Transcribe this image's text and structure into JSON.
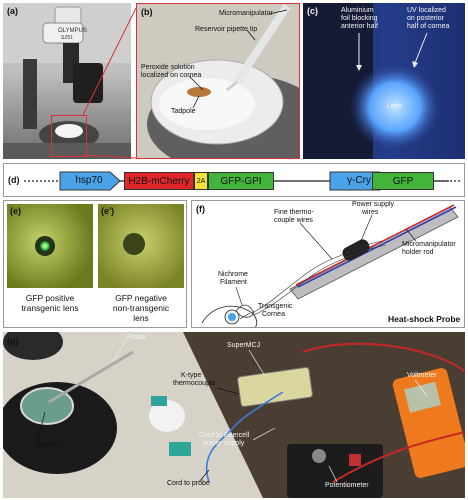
{
  "panel_a": {
    "label": "(a)",
    "scope_brand": "OLYMPUS",
    "scope_model": "SZ61"
  },
  "panel_b": {
    "label": "(b)",
    "micromanipulator": "Micromanipulator",
    "reservoir": "Reservoir pipette tip",
    "peroxide_line1": "Peroxide solution",
    "peroxide_line2": "localized on cornea",
    "tadpole": "Tadpole"
  },
  "panel_c": {
    "label": "(c)",
    "foil_line1": "Aluminium",
    "foil_line2": "foil blocking",
    "foil_line3": "anterior half",
    "uv_line1": "UV localized",
    "uv_line2": "on posterior",
    "uv_line3": "half of cornea",
    "lens": "Lens"
  },
  "panel_d": {
    "label": "(d)",
    "genes": [
      {
        "label": "hsp70",
        "color": "#4aa3e8"
      },
      {
        "label": "H2B-mCherry",
        "color": "#e0262b"
      },
      {
        "label": "2A",
        "color": "#f2e23a"
      },
      {
        "label": "GFP-GPI",
        "color": "#42b43a"
      },
      {
        "label": "γ-Cry",
        "color": "#4aa3e8"
      },
      {
        "label": "GFP",
        "color": "#42b43a"
      }
    ]
  },
  "panel_e": {
    "label": "(e)",
    "caption_line1": "GFP positive",
    "caption_line2": "transgenic lens"
  },
  "panel_e2": {
    "label": "(e')",
    "caption_line1": "GFP negative",
    "caption_line2": "non-transgenic",
    "caption_line3": "lens"
  },
  "panel_f": {
    "label": "(f)",
    "wires_line1": "Fine thermo-",
    "wires_line2": "couple wires",
    "power_line1": "Power supply",
    "power_line2": "wires",
    "holder_line1": "Micromanipulator",
    "holder_line2": "holder rod",
    "filament_line1": "Nichrome",
    "filament_line2": "Filament",
    "cornea_line1": "Transgenic",
    "cornea_line2": "Cornea",
    "title": "Heat-shock Probe"
  },
  "panel_g": {
    "label": "(g)",
    "probe": "Probe",
    "supermcj": "SuperMCJ",
    "ktype_line1": "K-type",
    "ktype_line2": "thermocouple",
    "voltmeter": "Voltmeter",
    "tadpole": "Tadpole",
    "cord_enercell_line1": "Cord to Enercell",
    "cord_enercell_line2": "power supply",
    "cord_probe": "Cord to probe",
    "potentiometer": "Potentiometer"
  }
}
